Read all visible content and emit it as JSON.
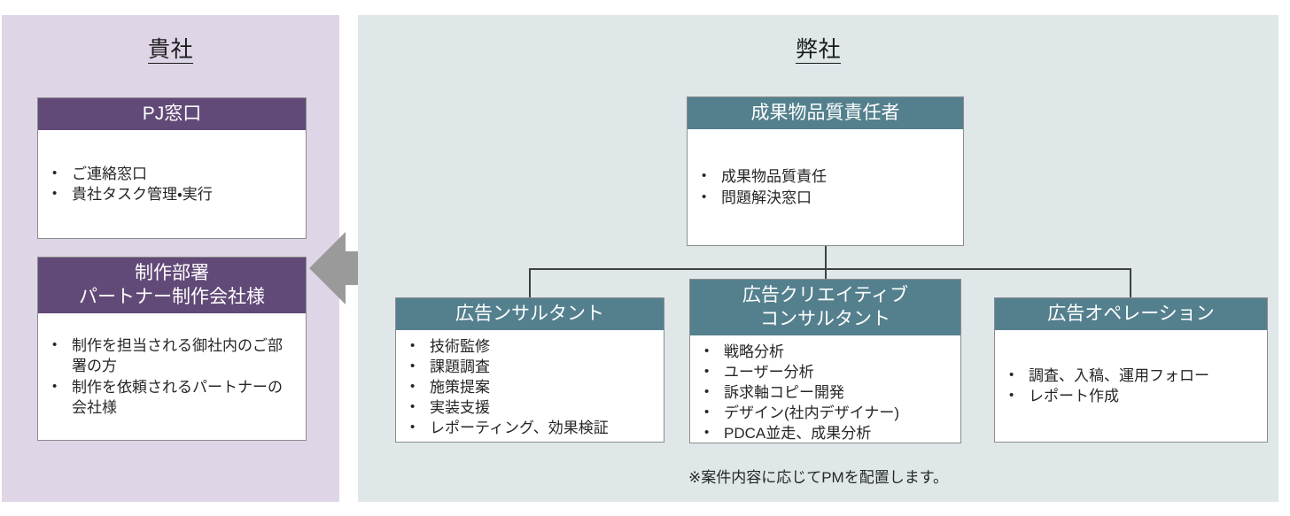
{
  "panels": {
    "client": {
      "title": "貴社",
      "accent_color": "#614A77",
      "background_color": "#DED5E6",
      "boxes": [
        {
          "title": "PJ窓口",
          "items": [
            "ご連絡窓口",
            "貴社タスク管理・実行"
          ]
        },
        {
          "title": "制作部署\nパートナー制作会社様",
          "items": [
            "制作を担当される御社内のご部署の方",
            "制作を依頼されるパートナーの会社様"
          ]
        }
      ]
    },
    "vendor": {
      "title": "弊社",
      "accent_color": "#54808E",
      "background_color": "#DFE7E9",
      "root": {
        "title": "成果物品質責任者",
        "items": [
          "成果物品質責任",
          "問題解決窓口"
        ]
      },
      "children": [
        {
          "title": "広告ンサルタント",
          "items": [
            "技術監修",
            "課題調査",
            "施策提案",
            "実装支援",
            "レポーティング、効果検証"
          ]
        },
        {
          "title": "広告クリエイティブ\nコンサルタント",
          "items": [
            "戦略分析",
            "ユーザー分析",
            "訴求軸コピー開発",
            "デザイン(社内デザイナー)",
            "PDCA並走、成果分析"
          ]
        },
        {
          "title": "広告オペレーション",
          "items": [
            "調査、入稿、運用フォロー",
            "レポート作成"
          ]
        }
      ],
      "footnote": "※案件内容に応じてPMを配置します。"
    }
  },
  "connector": {
    "arrow_name": "double-headed-arrow",
    "arrow_color": "#9A9A9A",
    "line_color": "#404040"
  }
}
